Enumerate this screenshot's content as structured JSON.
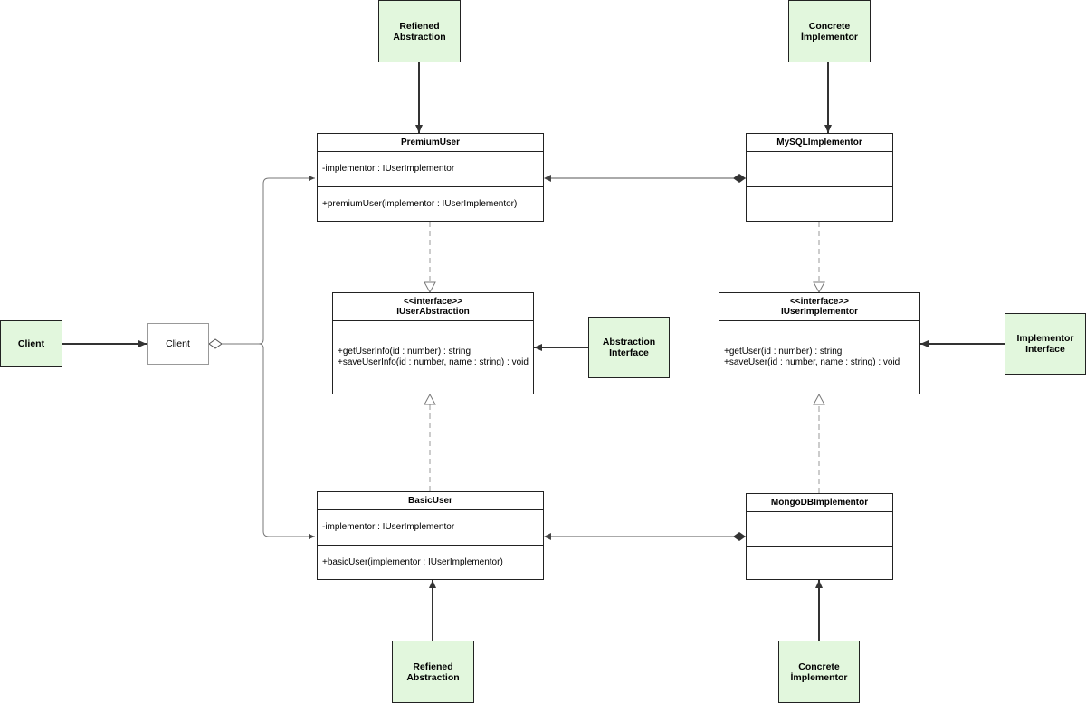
{
  "notes": {
    "refined_top": [
      "Refiened",
      "Abstraction"
    ],
    "concrete_top": [
      "Concrete",
      "İmplementor"
    ],
    "client_note": "Client",
    "abstraction_interface": [
      "Abstraction",
      "Interface"
    ],
    "implementor_interface": [
      "Implementor",
      "Interface"
    ],
    "refined_bottom": [
      "Refiened",
      "Abstraction"
    ],
    "concrete_bottom": [
      "Concrete",
      "İmplementor"
    ]
  },
  "client_box": {
    "label": "Client"
  },
  "classes": {
    "premium_user": {
      "name": "PremiumUser",
      "attributes": [
        "-implementor : IUserImplementor"
      ],
      "methods": [
        "+premiumUser(implementor : IUserImplementor)"
      ]
    },
    "mysql_implementor": {
      "name": "MySQLImplementor",
      "attributes": [],
      "methods": []
    },
    "iuser_abstraction": {
      "stereotype": "<<interface>>",
      "name": "IUserAbstraction",
      "methods": [
        "+getUserInfo(id : number) : string",
        "+saveUserInfo(id : number, name : string) : void"
      ]
    },
    "iuser_implementor": {
      "stereotype": "<<interface>>",
      "name": "IUserImplementor",
      "methods": [
        "+getUser(id : number) : string",
        "+saveUser(id : number, name : string) : void"
      ]
    },
    "basic_user": {
      "name": "BasicUser",
      "attributes": [
        "-implementor : IUserImplementor"
      ],
      "methods": [
        "+basicUser(implementor : IUserImplementor)"
      ]
    },
    "mongodb_implementor": {
      "name": "MongoDBImplementor",
      "attributes": [],
      "methods": []
    }
  },
  "colors": {
    "note_fill": "#e2f7dd",
    "line": "#222222",
    "dashed_line": "#999999"
  }
}
